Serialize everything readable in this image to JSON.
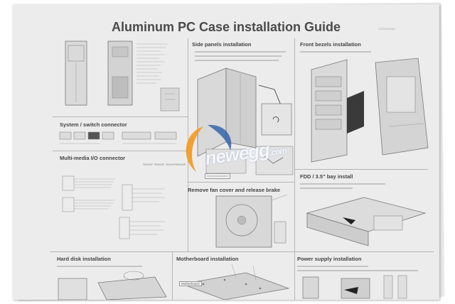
{
  "title": "Aluminum PC Case installation Guide",
  "sections": {
    "side_panels": "Side panels installation",
    "front_bezels": "Front bezels installation",
    "system_switch": "System / switch connector",
    "multimedia_io": "Multi-media I/O  connector",
    "fdd_bay": "FDD / 3.5\" bay install",
    "fan_cover": "Remove fan cover and release brake",
    "hard_disk": "Hard disk installation",
    "motherboard": "Motherboard installation",
    "power_supply": "Power supply installation"
  },
  "labels": {
    "motherboard_callout": "Motherboard"
  },
  "watermark": {
    "brand": "newegg",
    "suffix": ".com",
    "colors": {
      "orange": "#f39a1e",
      "blue": "#2a5ea8"
    }
  }
}
